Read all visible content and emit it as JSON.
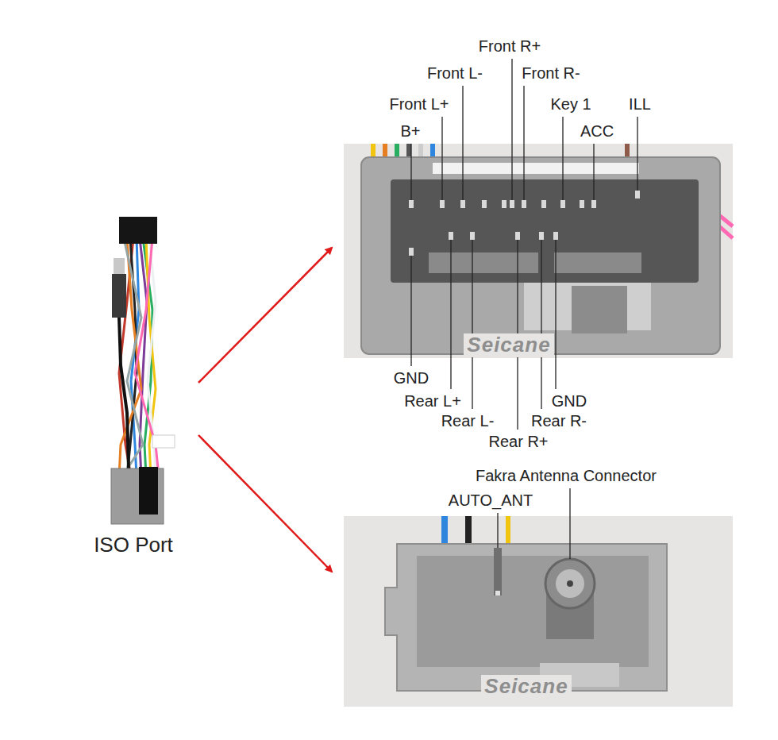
{
  "diagram": {
    "labels": [
      "Front R+",
      "Front L-",
      "Front R-",
      "Front L+",
      "Key 1",
      "ILL",
      "B+",
      "ACC",
      "GND",
      "Rear L+",
      "GND",
      "Rear L-",
      "Rear R-",
      "Rear R+",
      "Seicane",
      "Fakra Antenna Connector",
      "AUTO_ANT",
      "Seicane",
      "ISO Port"
    ]
  }
}
